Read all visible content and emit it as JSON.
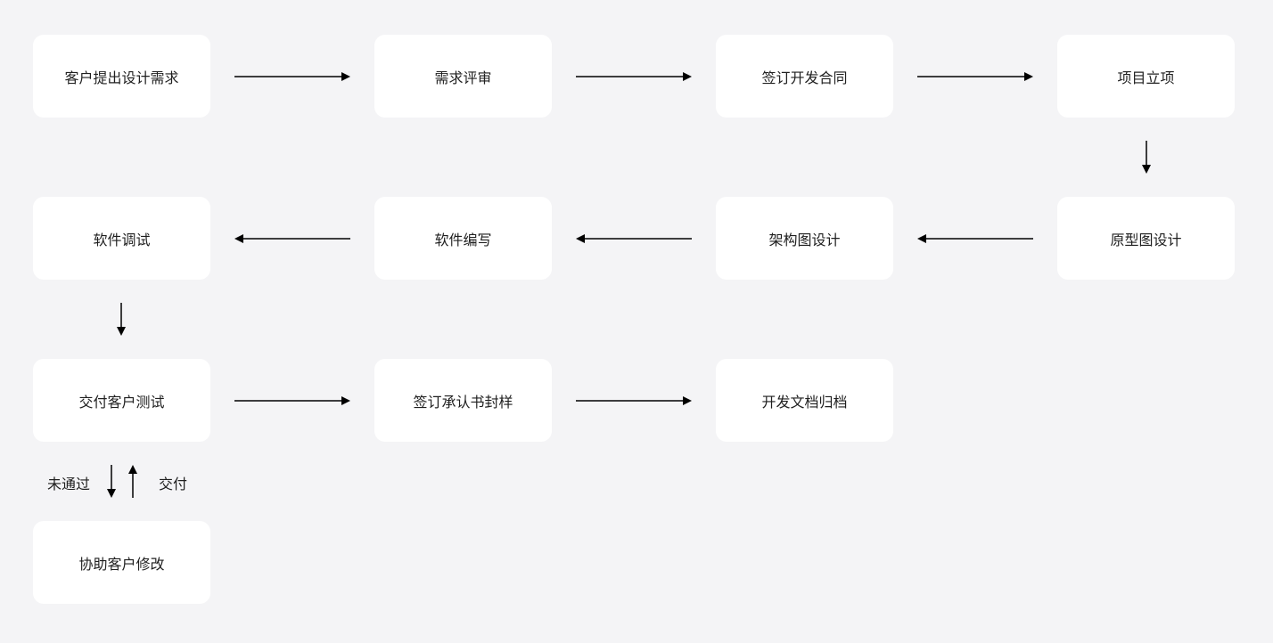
{
  "nodes": {
    "n1": "客户提出设计需求",
    "n2": "需求评审",
    "n3": "签订开发合同",
    "n4": "项目立项",
    "n5": "原型图设计",
    "n6": "架构图设计",
    "n7": "软件编写",
    "n8": "软件调试",
    "n9": "交付客户测试",
    "n10": "签订承认书封样",
    "n11": "开发文档归档",
    "n12": "协助客户修改"
  },
  "edge_labels": {
    "fail": "未通过",
    "deliver": "交付"
  },
  "edges": [
    {
      "from": "n1",
      "to": "n2"
    },
    {
      "from": "n2",
      "to": "n3"
    },
    {
      "from": "n3",
      "to": "n4"
    },
    {
      "from": "n4",
      "to": "n5"
    },
    {
      "from": "n5",
      "to": "n6"
    },
    {
      "from": "n6",
      "to": "n7"
    },
    {
      "from": "n7",
      "to": "n8"
    },
    {
      "from": "n8",
      "to": "n9"
    },
    {
      "from": "n9",
      "to": "n10"
    },
    {
      "from": "n10",
      "to": "n11"
    },
    {
      "from": "n9",
      "to": "n12",
      "label": "未通过"
    },
    {
      "from": "n12",
      "to": "n9",
      "label": "交付"
    }
  ],
  "colors": {
    "background": "#f4f4f6",
    "node_fill": "#ffffff",
    "text": "#1f1f1f",
    "arrow": "#000000"
  }
}
